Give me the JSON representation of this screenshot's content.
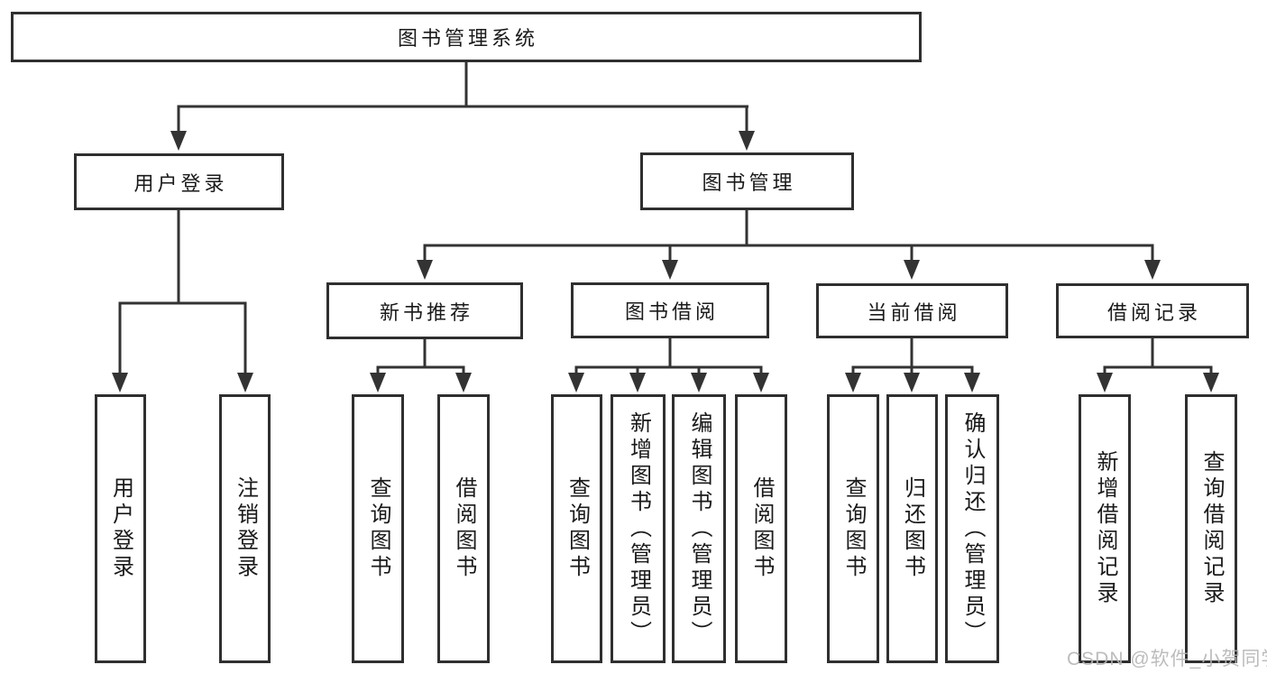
{
  "title": {
    "root": "图书管理系统"
  },
  "level2": {
    "user_login": "用户登录",
    "book_mgmt": "图书管理"
  },
  "level3": {
    "new_books": "新书推荐",
    "book_borrow": "图书借阅",
    "current_borrow": "当前借阅",
    "borrow_records": "借阅记录"
  },
  "leaves": {
    "user_login": [
      "用户登录",
      "注销登录"
    ],
    "new_books": [
      "查询图书",
      "借阅图书"
    ],
    "book_borrow": [
      "查询图书",
      "新增图书（管理员）",
      "编辑图书（管理员）",
      "借阅图书"
    ],
    "current_borrow": [
      "查询图书",
      "归还图书",
      "确认归还（管理员）"
    ],
    "borrow_records": [
      "新增借阅记录",
      "查询借阅记录"
    ]
  },
  "watermark": {
    "text": "CSDN @软件_小贺同学",
    "color": "#b5b5b5"
  },
  "colors": {
    "line": "#333333",
    "border": "#2f2f2f",
    "text": "#1a1a1a",
    "background": "#ffffff"
  }
}
